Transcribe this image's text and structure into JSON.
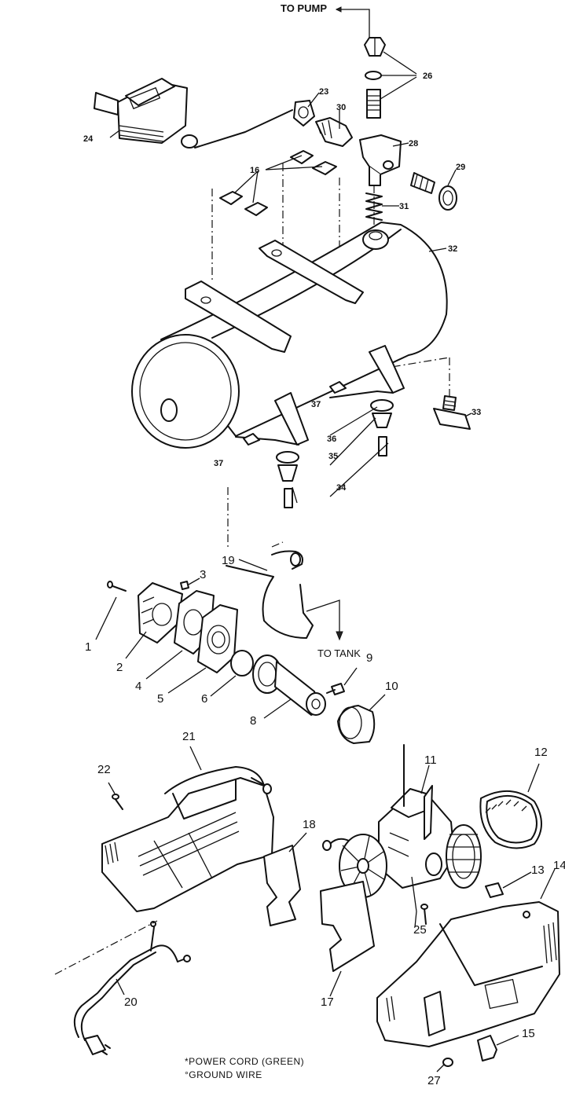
{
  "labels": {
    "to_pump": "TO PUMP",
    "to_tank": "TO TANK"
  },
  "notes": [
    "*POWER CORD (GREEN)",
    "°GROUND WIRE"
  ],
  "callouts": [
    "1",
    "2",
    "3",
    "4",
    "5",
    "6",
    "8",
    "9",
    "10",
    "11",
    "12",
    "13",
    "14",
    "15",
    "16",
    "17",
    "18",
    "19",
    "20",
    "21",
    "22",
    "23",
    "24",
    "25",
    "26",
    "27",
    "28",
    "29",
    "30",
    "31",
    "32",
    "33",
    "34",
    "35",
    "36",
    "37",
    "37"
  ]
}
